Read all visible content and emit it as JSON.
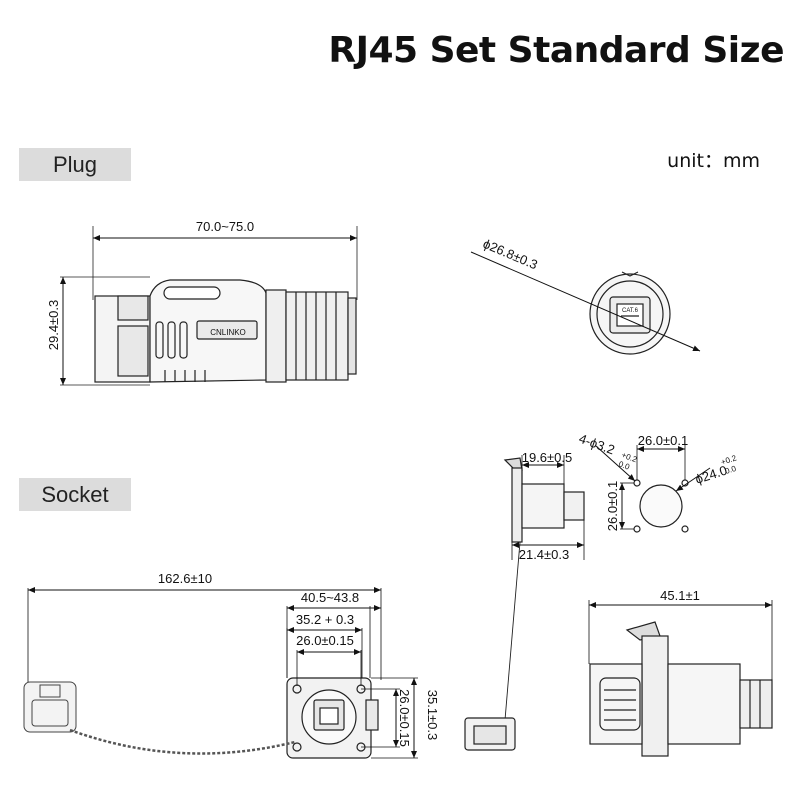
{
  "title": "RJ45 Set Standard Size",
  "unit": "unit：mm",
  "sections": {
    "plug": "Plug",
    "socket": "Socket"
  },
  "plug": {
    "length": "70.0~75.0",
    "height": "29.4±0.3",
    "diameter": "ϕ26.8±0.3",
    "brand": "CNLINKO",
    "cat": "CAT.6"
  },
  "socket": {
    "cable_length": "162.6±10",
    "width_range": "40.5~43.8",
    "width_tol": "35.2 + 0.3",
    "hole_spacing": "26.0±0.15",
    "height_total": "35.1±0.3",
    "hole_spacing_v": "26.0±0.15",
    "side_top": "19.6±0.5",
    "side_bottom": "21.4±0.3",
    "cutout_holes": "4-ϕ3.2",
    "cutout_holes_tol_top": "+0.2",
    "cutout_holes_tol_bottom": "0.0",
    "cutout_spacing_h": "26.0±0.1",
    "cutout_spacing_v": "26.0±0.1",
    "cutout_diameter": "ϕ24.0",
    "cutout_diameter_tol_top": "+0.2",
    "cutout_diameter_tol_bottom": "0.0",
    "mounted_depth": "45.1±1"
  }
}
